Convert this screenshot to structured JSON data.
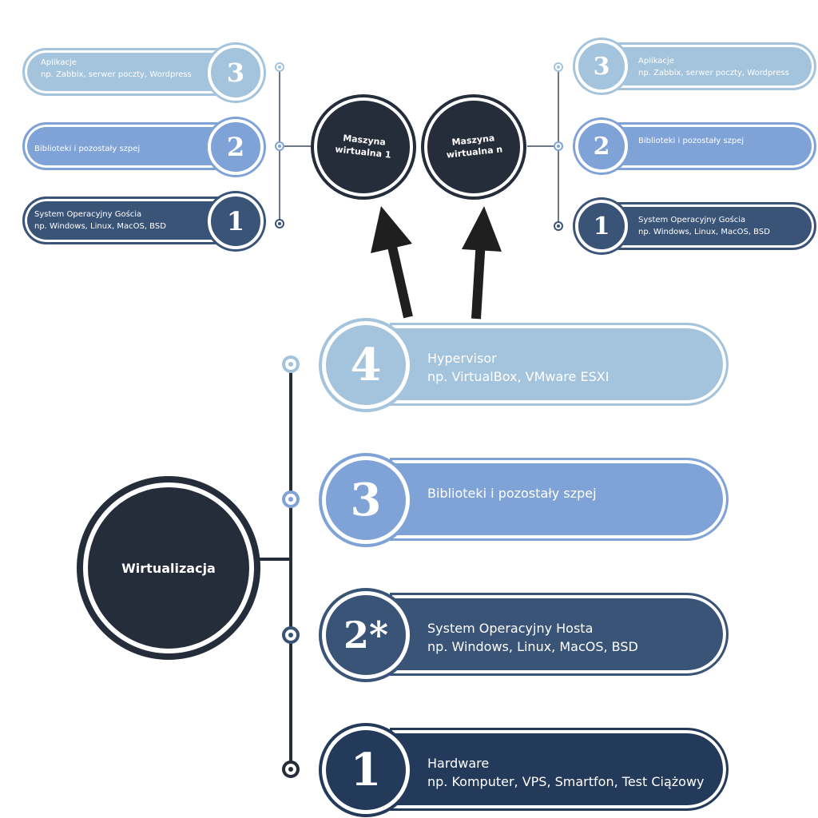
{
  "colors": {
    "layer4": "#a3c4dc",
    "layer3": "#7fa3d6",
    "layer2": "#3a5478",
    "layer1": "#243a5a",
    "dark": "#252c3a",
    "arrow": "#1f1f1f"
  },
  "main": {
    "center_label": "Wirtualizacja",
    "layers": [
      {
        "number": "4",
        "line1": "Hypervisor",
        "line2": "np. VirtualBox, VMware ESXI"
      },
      {
        "number": "3",
        "line1": "Biblioteki i pozostały szpej",
        "line2": ""
      },
      {
        "number": "2*",
        "line1": "System Operacyjny Hosta",
        "line2": "np. Windows, Linux, MacOS, BSD"
      },
      {
        "number": "1",
        "line1": "Hardware",
        "line2": "np. Komputer, VPS, Smartfon, Test Ciążowy"
      }
    ]
  },
  "vm_left": {
    "label": "Maszyna\nwirtualna 1",
    "layers": [
      {
        "number": "3",
        "line1": "Aplikacje",
        "line2": "np. Zabbix, serwer poczty, Wordpress"
      },
      {
        "number": "2",
        "line1": "Biblioteki i pozostały szpej",
        "line2": ""
      },
      {
        "number": "1",
        "line1": "System Operacyjny Gościa",
        "line2": "np. Windows, Linux, MacOS, BSD"
      }
    ]
  },
  "vm_right": {
    "label": "Maszyna\nwirtualna n",
    "layers": [
      {
        "number": "3",
        "line1": "Aplikacje",
        "line2": "np. Zabbix, serwer poczty, Wordpress"
      },
      {
        "number": "2",
        "line1": "Biblioteki i pozostały szpej",
        "line2": ""
      },
      {
        "number": "1",
        "line1": "System Operacyjny Gościa",
        "line2": "np. Windows, Linux, MacOS, BSD"
      }
    ]
  }
}
